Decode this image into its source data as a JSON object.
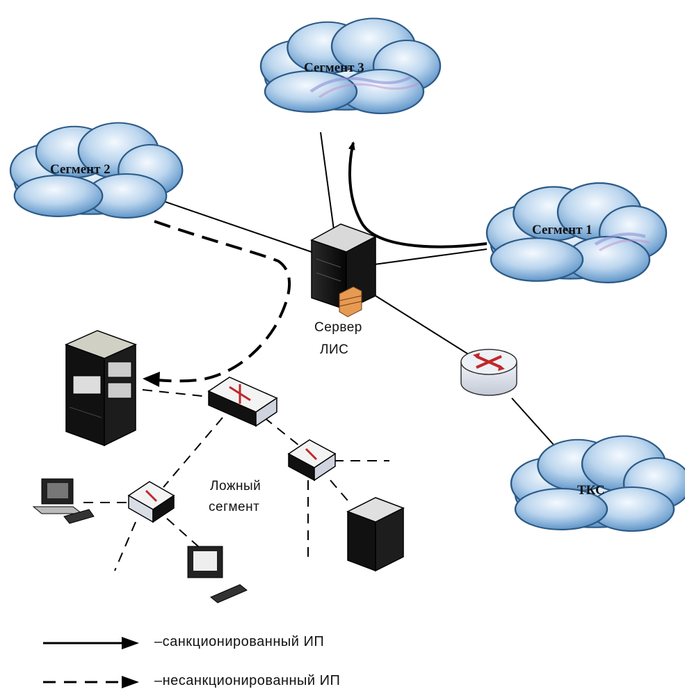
{
  "clouds": {
    "segment3": "Сегмент 3",
    "segment2": "Сегмент 2",
    "segment1": "Сегмент 1",
    "tks": "ТКС"
  },
  "server": {
    "label_line1": "Сервер",
    "label_line2": "ЛИС"
  },
  "fake_segment": {
    "label_line1": "Ложный",
    "label_line2": "сегмент"
  },
  "legend": {
    "solid": "–санкционированный ИП",
    "dashed": "–несанкционированный ИП"
  },
  "colors": {
    "cloud_light": "#e6f1fb",
    "cloud_dark": "#3f7fb9",
    "line": "#000000",
    "router_arrow": "#c0282a"
  }
}
